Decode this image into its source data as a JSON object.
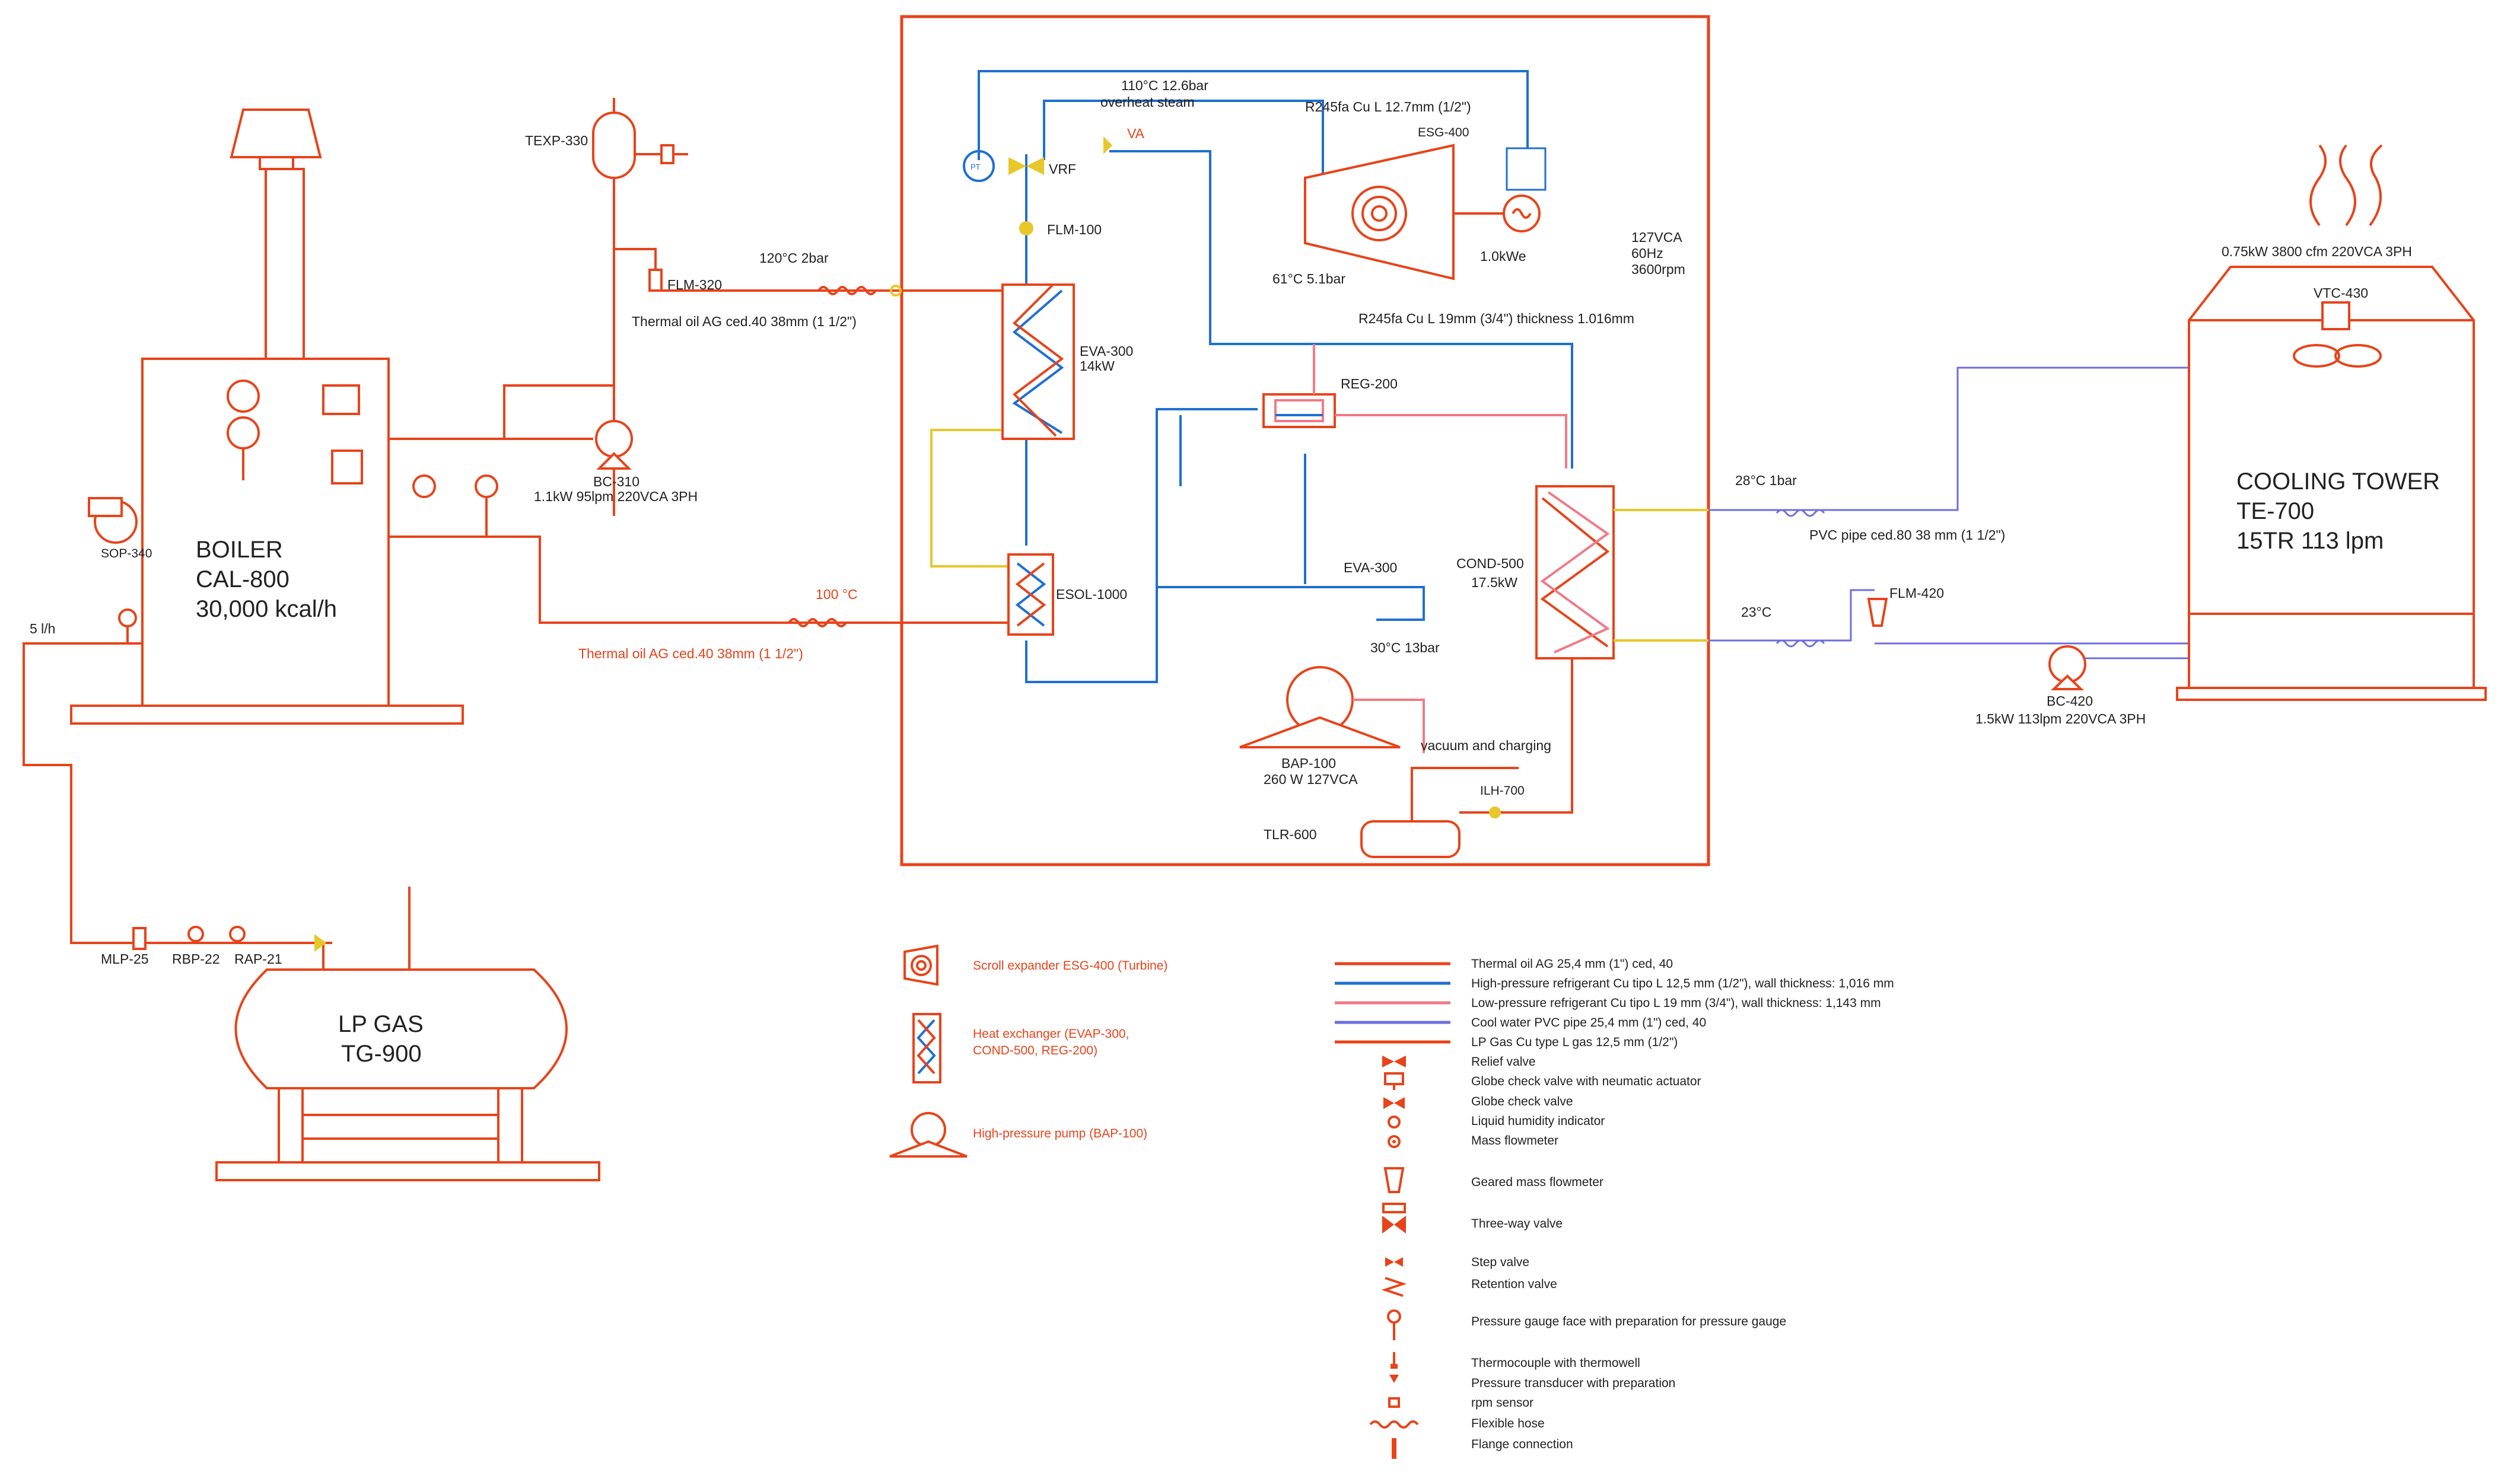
{
  "colors": {
    "thermal_oil": "#e8431a",
    "high_pressure_refrigerant": "#1f6fd1",
    "low_pressure_refrigerant": "#f07a86",
    "cool_water": "#6d6de0",
    "lp_gas": "#e8431a",
    "valve_yellow": "#e8c72a"
  },
  "boiler": {
    "name": "BOILER",
    "model": "CAL-800",
    "capacity": "30,000 kcal/h",
    "fan_tag": "SOP-340",
    "fuel_rate": "5 l/h"
  },
  "lp_gas": {
    "name": "LP GAS",
    "model": "TG-900",
    "valves": [
      "MLP-25",
      "RBP-22",
      "RAP-21"
    ]
  },
  "oil_circuit": {
    "expansion_tank": "TEXP-330",
    "flowmeter": "FLM-320",
    "pump_tag": "BC-310",
    "pump_spec": "1.1kW 95lpm 220VCA 3PH",
    "supply_conditions": "120°C 2bar",
    "supply_pipe": "Thermal oil AG ced.40 38mm (1 1/2\")",
    "return_temp": "100 °C",
    "return_pipe": "Thermal oil AG ced.40 38mm (1 1/2\")"
  },
  "orc": {
    "evaporator": "EVA-300",
    "evaporator_power": "14kW",
    "preheater": "ESOL-1000",
    "flowmeter": "FLM-100",
    "vrf": "VRF",
    "va": "VA",
    "overheat_line1": "110°C 12.6bar",
    "overheat_line2": "overheat steam",
    "hp_pipe": "R245fa Cu L 12.7mm (1/2\")",
    "expander": "ESG-400",
    "generator_power": "1.0kWe",
    "generator_spec": [
      "127VCA",
      "60Hz",
      "3600rpm"
    ],
    "exhaust_conditions": "61°C 5.1bar",
    "lp_pipe": "R245fa Cu L 19mm (3/4\") thickness 1.016mm",
    "regenerator": "REG-200",
    "eva_label": "EVA-300",
    "pump_outlet": "30°C 13bar",
    "condenser": "COND-500",
    "condenser_power": "17.5kW",
    "pump_tag": "BAP-100",
    "pump_spec": "260 W 127VCA",
    "vacuum": "vacuum and charging",
    "indicator": "ILH-700",
    "receiver": "TLR-600"
  },
  "cooling": {
    "supply_temp": "28°C 1bar",
    "pipe": "PVC pipe ced.80 38 mm (1 1/2\")",
    "return_temp": "23°C",
    "flowmeter": "FLM-420",
    "pump_tag": "BC-420",
    "pump_spec": "1.5kW 113lpm 220VCA 3PH",
    "tower_name": "COOLING TOWER",
    "tower_model": "TE-700",
    "tower_capacity": "15TR 113 lpm",
    "fan_tag": "VTC-430",
    "fan_spec": "0.75kW 3800 cfm 220VCA 3PH"
  },
  "legend_symbols": [
    {
      "icon": "scroll-expander",
      "label": "Scroll expander ESG-400 (Turbine)"
    },
    {
      "icon": "heat-exchanger",
      "label": "Heat exchanger (EVAP-300,",
      "label2": "COND-500, REG-200)"
    },
    {
      "icon": "pump",
      "label": "High-pressure pump (BAP-100)"
    }
  ],
  "legend_lines": [
    {
      "color": "#e8431a",
      "label": "Thermal oil AG 25,4 mm (1\") ced, 40"
    },
    {
      "color": "#1f6fd1",
      "label": "High-pressure refrigerant Cu tipo L 12,5 mm (1/2\"), wall thickness: 1,016 mm"
    },
    {
      "color": "#f07a86",
      "label": "Low-pressure refrigerant Cu tipo L 19 mm (3/4\"), wall thickness: 1,143 mm"
    },
    {
      "color": "#6d6de0",
      "label": "Cool water PVC pipe 25,4 mm (1\") ced, 40"
    },
    {
      "color": "#e8431a",
      "label": "LP Gas Cu type L gas 12,5 mm (1/2\")"
    }
  ],
  "legend_items": [
    {
      "icon": "relief-valve-icon",
      "label": "Relief valve"
    },
    {
      "icon": "globe-check-valve-actuator-icon",
      "label": "Globe check valve with neumatic actuator"
    },
    {
      "icon": "globe-check-valve-icon",
      "label": "Globe check valve"
    },
    {
      "icon": "humidity-indicator-icon",
      "label": "Liquid humidity indicator"
    },
    {
      "icon": "mass-flowmeter-icon",
      "label": "Mass flowmeter"
    },
    {
      "icon": "geared-mass-flowmeter-icon",
      "label": "Geared mass flowmeter"
    },
    {
      "icon": "three-way-valve-icon",
      "label": "Three-way valve"
    },
    {
      "icon": "step-valve-icon",
      "label": "Step valve"
    },
    {
      "icon": "retention-valve-icon",
      "label": "Retention valve"
    },
    {
      "icon": "pressure-gauge-icon",
      "label": "Pressure gauge face with preparation for pressure gauge"
    },
    {
      "icon": "thermocouple-icon",
      "label": "Thermocouple with thermowell"
    },
    {
      "icon": "pressure-transducer-icon",
      "label": "Pressure transducer with preparation"
    },
    {
      "icon": "rpm-sensor-icon",
      "label": "rpm sensor"
    },
    {
      "icon": "flexible-hose-icon",
      "label": "Flexible hose"
    },
    {
      "icon": "flange-icon",
      "label": "Flange connection"
    }
  ]
}
